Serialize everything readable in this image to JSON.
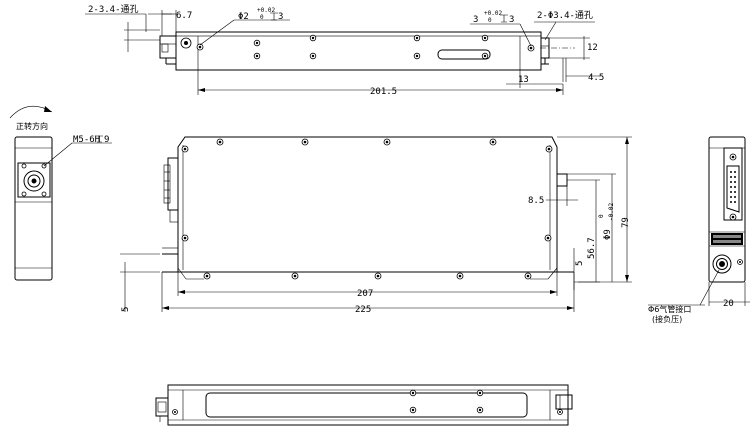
{
  "top_view": {
    "label_thru_hole_left": "2-3.4-通孔",
    "label_thru_hole_right": "2-Φ3.4-通孔",
    "dim_6_7": "6.7",
    "dim_phi2": "Φ2",
    "tol_phi2_upper": "+0.02",
    "tol_phi2_lower": "0",
    "depth_3_left": "3",
    "depth_3_right": "3",
    "tol_right_upper": "+0.02",
    "tol_right_lower": "0",
    "dim_12": "12",
    "dim_4_5": "4.5",
    "dim_13": "13",
    "dim_201_5": "201.5"
  },
  "left_view": {
    "rotation_label": "正转方向",
    "thread_label": "M5-6H",
    "thread_depth": "9"
  },
  "front_view": {
    "dim_8_5": "8.5",
    "dim_56_7": "56.7",
    "dim_phi9": "Φ9",
    "tol_phi9_upper": "0",
    "tol_phi9_lower": "-0.02",
    "dim_79": "79",
    "dim_5_right": "5",
    "dim_5_left": "5",
    "dim_207": "207",
    "dim_225": "225"
  },
  "right_view": {
    "port_label_1": "Φ6气管接口",
    "port_label_2": "(接负压)",
    "dim_20": "20"
  }
}
